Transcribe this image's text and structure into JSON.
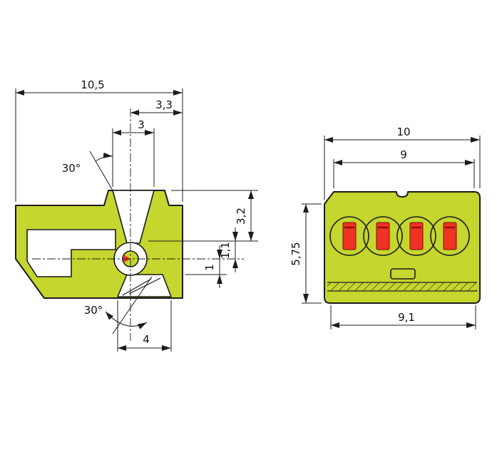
{
  "colors": {
    "background": "#ffffff",
    "body": "#c5d62e",
    "button": "#ee3224",
    "button_shade": "#8e1007",
    "outline": "#1c1c1c"
  },
  "side_view": {
    "dims": {
      "overall_width": "10,5",
      "edge_offset": "3,3",
      "entry_width": "3",
      "entry_angle": "30°",
      "depth": "3,2",
      "axis_offset": "1,1",
      "lower_offset": "1",
      "release_angle": "30°",
      "opening_width": "4"
    }
  },
  "front_view": {
    "dims": {
      "overall_width": "10",
      "inner_width": "9",
      "height": "5,75",
      "base_width": "9,1"
    }
  }
}
